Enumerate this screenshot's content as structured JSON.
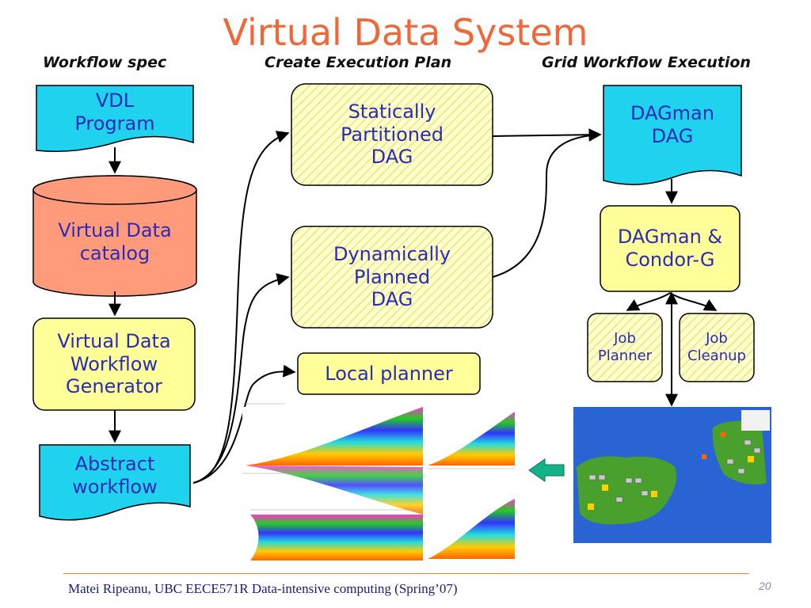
{
  "slide": {
    "title": "Virtual Data System",
    "page_number": "20",
    "footer": "Matei Ripeanu, UBC   EECE571R Data-intensive computing (Spring’07)"
  },
  "columns": {
    "workflow_spec": "Workflow spec",
    "create_plan": "Create Execution Plan",
    "grid_execution": "Grid Workflow Execution"
  },
  "nodes": {
    "vdl_program": "VDL\nProgram",
    "virtual_data_catalog": "Virtual Data\ncatalog",
    "workflow_generator": "Virtual Data\nWorkflow\nGenerator",
    "abstract_workflow": "Abstract\nworkflow",
    "static_dag": "Statically\nPartitioned\nDAG",
    "dynamic_dag": "Dynamically\nPlanned\nDAG",
    "local_planner": "Local planner",
    "dagman_dag": "DAGman\nDAG",
    "dagman_condor": "DAGman &\nCondor-G",
    "job_planner": "Job\nPlanner",
    "job_cleanup": "Job\nCleanup"
  },
  "colors": {
    "title": "#f0683a",
    "node_text": "#2b2bb8",
    "document_fill": "#1fd3ef",
    "catalog_fill": "#ff9b7a",
    "process_fill": "#ffff99",
    "hatch_fill": "#ffffcc",
    "map_ocean": "#2a63d4",
    "map_land": "#4aa02c",
    "return_arrow": "#13b38a"
  }
}
